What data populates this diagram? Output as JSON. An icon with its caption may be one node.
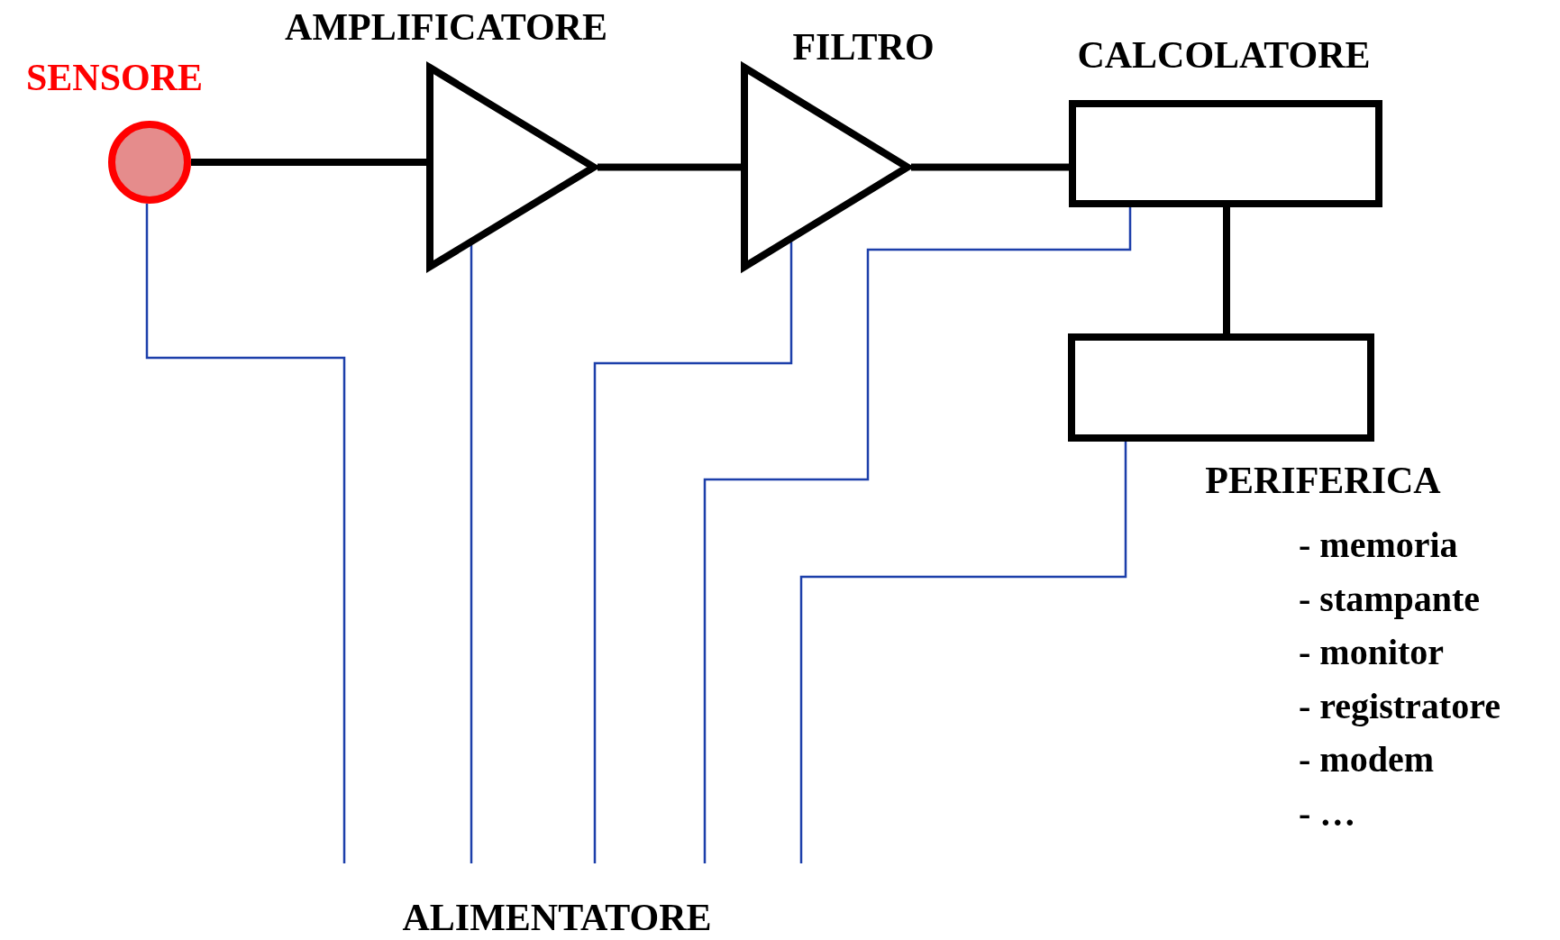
{
  "diagram": {
    "nodes": [
      {
        "text": [
          "SENSORE"
        ]
      },
      {
        "text": [
          "AMPLIFICATORE"
        ]
      },
      {
        "text": [
          "FILTRO"
        ]
      },
      {
        "text": [
          "CALCOLATORE"
        ]
      },
      {
        "text": [
          "PERIFERICA"
        ],
        "beside": [
          "- memoria",
          "- stampante",
          "- monitor",
          "- registratore",
          "- modem",
          "- …"
        ]
      },
      {
        "text": [
          "ALIMENTATORE"
        ]
      }
    ],
    "edges": [
      {
        "from": 0,
        "to": 1,
        "arrow": "none",
        "style": "thick",
        "color": "#000000"
      },
      {
        "from": 1,
        "to": 2,
        "arrow": "none",
        "style": "thick",
        "color": "#000000"
      },
      {
        "from": 2,
        "to": 3,
        "arrow": "none",
        "style": "thick",
        "color": "#000000"
      },
      {
        "from": 3,
        "to": 4,
        "arrow": "none",
        "style": "thick",
        "color": "#000000"
      },
      {
        "from": 0,
        "to": 5,
        "arrow": "none"
      },
      {
        "from": 1,
        "to": 5,
        "arrow": "none"
      },
      {
        "from": 2,
        "to": 5,
        "arrow": "none"
      },
      {
        "from": 3,
        "to": 5,
        "arrow": "none"
      },
      {
        "from": 4,
        "to": 5,
        "arrow": "none"
      }
    ]
  }
}
